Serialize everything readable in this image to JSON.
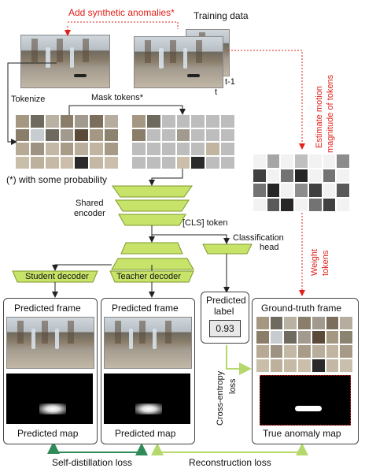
{
  "labels": {
    "add_synthetic": "Add synthetic anomalies*",
    "training_data": "Training data",
    "t_minus_1": "t-1",
    "t": "t",
    "tokenize": "Tokenize",
    "mask_tokens": "Mask tokens*",
    "with_probability": "(*) with some probability",
    "shared_encoder_1": "Shared",
    "shared_encoder_2": "encoder",
    "cls_token": "[CLS] token",
    "classification_head_1": "Classification",
    "classification_head_2": "head",
    "student_decoder": "Student  decoder",
    "teacher_decoder": "Teacher  decoder",
    "estimate_motion": "Estimate motion",
    "magnitude_tokens": "magnitude of tokens",
    "weight_tokens_1": "Weight",
    "weight_tokens_2": "tokens",
    "predicted_frame_student": "Predicted frame",
    "predicted_frame_teacher": "Predicted frame",
    "predicted_label_1": "Predicted",
    "predicted_label_2": "label",
    "predicted_value": "0.93",
    "ground_truth_frame": "Ground-truth frame",
    "predicted_map_student": "Predicted map",
    "predicted_map_teacher": "Predicted map",
    "true_anomaly_map": "True anomaly map",
    "cross_entropy_1": "Cross-entropy",
    "cross_entropy_2": "loss",
    "self_distillation_loss": "Self-distillation loss",
    "reconstruction_loss": "Reconstruction loss"
  },
  "colors": {
    "annotation_red": "#e0201a",
    "encoder_green": "#c8e36a",
    "distill_arrow": "#2e8b57",
    "recon_arrow": "#b5d86a"
  },
  "motion_grid": [
    [
      0.05,
      0.35,
      0.05,
      0.25,
      0.05,
      0.05,
      0.45
    ],
    [
      0.75,
      0.05,
      0.55,
      0.85,
      0.05,
      0.55,
      0.05
    ],
    [
      0.55,
      0.85,
      0.05,
      0.45,
      0.75,
      0.05,
      0.65
    ],
    [
      0.05,
      0.65,
      0.85,
      0.05,
      0.55,
      0.75,
      0.05
    ]
  ]
}
